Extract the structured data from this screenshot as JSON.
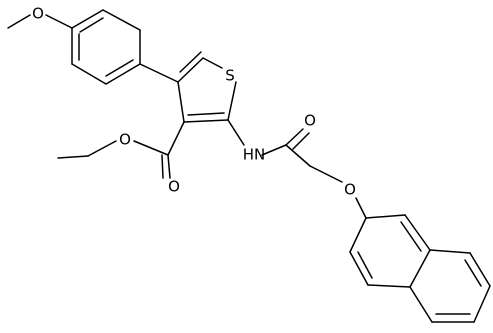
{
  "labels": {
    "methoxy_o": "O",
    "thiophene_s": "S",
    "ester_carbonyl_o": "O",
    "ester_ether_o": "O",
    "amide_nh": "HN",
    "amide_o": "O",
    "ether_o": "O"
  }
}
